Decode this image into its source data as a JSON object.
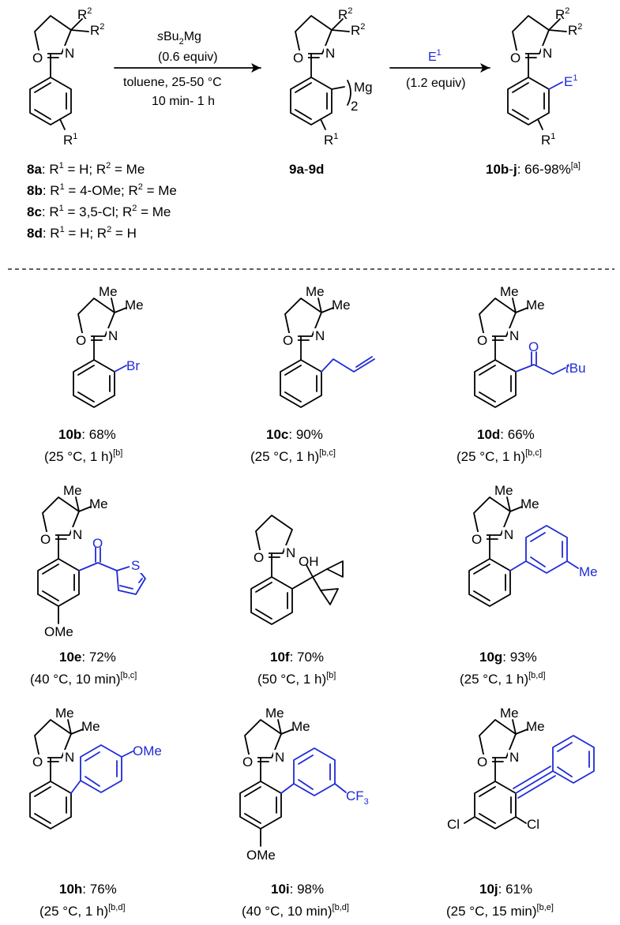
{
  "scheme": {
    "step1": {
      "reagent_prefix": "s",
      "reagent_main": "Bu",
      "reagent_sub": "2",
      "reagent_end": "Mg",
      "equiv": "(0.6 equiv)",
      "solvent": "toluene, 25-50 °C",
      "time": "10 min- 1 h"
    },
    "step2": {
      "reagent": "E",
      "reagent_sup": "1",
      "equiv": "(1.2 equiv)"
    },
    "starting_materials": [
      {
        "id": "8a",
        "desc": ": R",
        "r1": "1",
        "r1_val": " = H; R",
        "r2": "2",
        "r2_val": " = Me"
      },
      {
        "id": "8b",
        "desc": ": R",
        "r1": "1",
        "r1_val": " = 4-OMe; R",
        "r2": "2",
        "r2_val": " = Me"
      },
      {
        "id": "8c",
        "desc": ": R",
        "r1": "1",
        "r1_val": " = 3,5-Cl; R",
        "r2": "2",
        "r2_val": " = Me"
      },
      {
        "id": "8d",
        "desc": ": R",
        "r1": "1",
        "r1_val": " = H; R",
        "r2": "2",
        "r2_val": " = H"
      }
    ],
    "intermediate": {
      "a": "9a",
      "dash": "-",
      "b": "9d"
    },
    "product_range": {
      "a": "10b",
      "dash": "-",
      "b": "j",
      "yield": ": 66-98%",
      "note": "[a]"
    },
    "atoms": {
      "O": "O",
      "N": "N",
      "R": "R",
      "sup1": "1",
      "sup2": "2",
      "Mg": "Mg",
      "two": "2",
      "E": "E",
      "Me": "Me",
      "Br": "Br",
      "tBu_t": "t",
      "tBu_rest": "Bu",
      "OMe": "OMe",
      "S": "S",
      "OH": "OH",
      "CF": "CF",
      "CF_sub": "3",
      "Cl": "Cl"
    }
  },
  "products": [
    {
      "id": "10b",
      "yield": ": 68%",
      "cond": "(25 °C, 1 h)",
      "note": "[b]"
    },
    {
      "id": "10c",
      "yield": ": 90%",
      "cond": "(25 °C, 1 h)",
      "note": "[b,c]"
    },
    {
      "id": "10d",
      "yield": ": 66%",
      "cond": "(25 °C, 1 h)",
      "note": "[b,c]"
    },
    {
      "id": "10e",
      "yield": ": 72%",
      "cond": "(40 °C, 10 min)",
      "note": "[b,c]"
    },
    {
      "id": "10f",
      "yield": ": 70%",
      "cond": "(50 °C, 1 h)",
      "note": "[b]"
    },
    {
      "id": "10g",
      "yield": ": 93%",
      "cond": "(25 °C, 1 h)",
      "note": "[b,d]"
    },
    {
      "id": "10h",
      "yield": ": 76%",
      "cond": "(25 °C, 1 h)",
      "note": "[b,d]"
    },
    {
      "id": "10i",
      "yield": ": 98%",
      "cond": "(40 °C, 10 min)",
      "note": "[b,d]"
    },
    {
      "id": "10j",
      "yield": ": 61%",
      "cond": "(25 °C, 15 min)",
      "note": "[b,e]"
    }
  ]
}
